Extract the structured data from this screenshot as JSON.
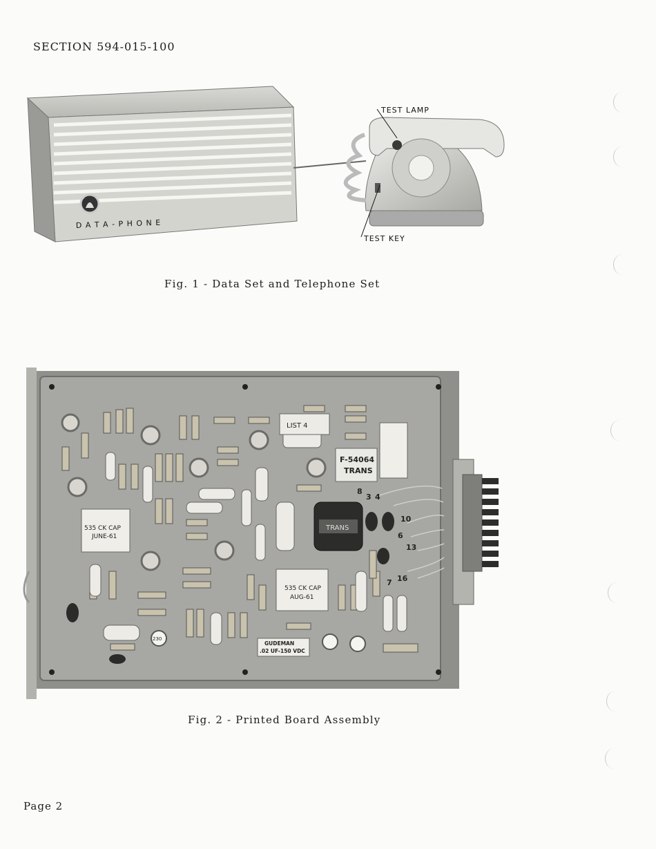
{
  "header": {
    "section": "SECTION 594-015-100"
  },
  "figure1": {
    "caption": "Fig. 1 - Data Set and Telephone Set",
    "data_set_text": "D A T A - P H O N E",
    "callouts": {
      "lamp": "TEST LAMP",
      "key": "TEST KEY"
    }
  },
  "figure2": {
    "caption": "Fig. 2 - Printed Board Assembly",
    "labels": {
      "cap1": "535 CK CAP",
      "cap1_date": "JUNE-61",
      "cap2": "535 CK CAP",
      "cap2_date": "AUG-61",
      "trans1": "F-54064",
      "trans1_sub": "TRANS",
      "trans2": "TRANS",
      "gudeman": "GUDEMAN",
      "gudeman_sub": ".02 UF-150 VDC",
      "list": "LIST 4",
      "small_cap": "230",
      "terminals": [
        "8",
        "3",
        "4",
        "10",
        "6",
        "13",
        "7",
        "16"
      ]
    }
  },
  "footer": {
    "page": "Page 2"
  }
}
